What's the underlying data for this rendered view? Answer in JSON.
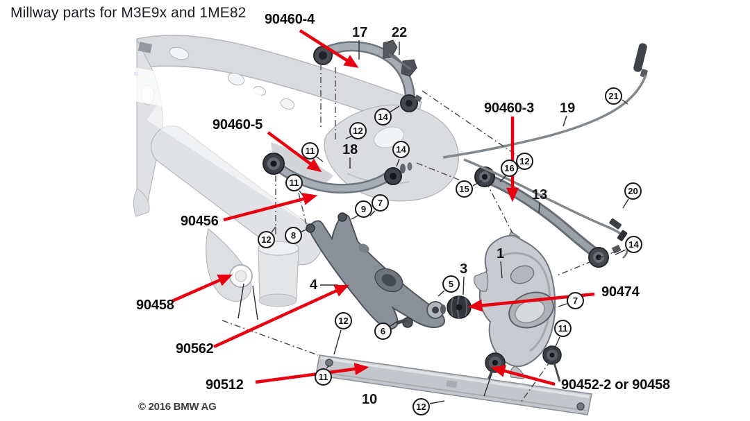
{
  "title": "Millway parts for M3E9x and 1ME82",
  "copyright": "© 2016 BMW AG",
  "colors": {
    "arrow_red": "#e80010",
    "label_text": "#0c0c0e",
    "diagram_light_gray": "#d9dbde",
    "diagram_dark_gray": "#3a3e44",
    "background": "#ffffff"
  },
  "part_labels": [
    {
      "text": "90460-4"
    },
    {
      "text": "90460-5"
    },
    {
      "text": "90460-3"
    },
    {
      "text": "90456"
    },
    {
      "text": "90458"
    },
    {
      "text": "90562"
    },
    {
      "text": "90512"
    },
    {
      "text": "90474"
    },
    {
      "text": "90452-2 or 90458"
    }
  ],
  "plain_callouts": [
    {
      "text": "17"
    },
    {
      "text": "22"
    },
    {
      "text": "18"
    },
    {
      "text": "19"
    },
    {
      "text": "13"
    },
    {
      "text": "1"
    },
    {
      "text": "3"
    },
    {
      "text": "4"
    },
    {
      "text": "10"
    }
  ],
  "circled_callouts": [
    {
      "text": "14"
    },
    {
      "text": "12"
    },
    {
      "text": "11"
    },
    {
      "text": "14"
    },
    {
      "text": "11"
    },
    {
      "text": "16"
    },
    {
      "text": "12"
    },
    {
      "text": "15"
    },
    {
      "text": "21"
    },
    {
      "text": "20"
    },
    {
      "text": "9"
    },
    {
      "text": "7"
    },
    {
      "text": "12"
    },
    {
      "text": "8"
    },
    {
      "text": "14"
    },
    {
      "text": "5"
    },
    {
      "text": "12"
    },
    {
      "text": "6"
    },
    {
      "text": "11"
    },
    {
      "text": "12"
    },
    {
      "text": "7"
    },
    {
      "text": "11"
    }
  ]
}
